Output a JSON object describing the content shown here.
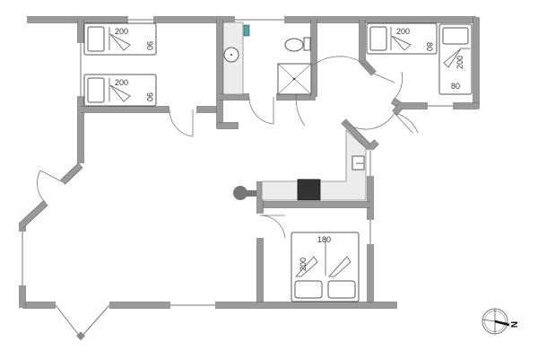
{
  "plan": {
    "type": "floor-plan",
    "wall_color": "#9a9a9a",
    "counter_color": "#ececec",
    "stove_color": "#333333"
  },
  "bedrooms": [
    {
      "name": "bedroom-1",
      "beds": [
        {
          "length": "200",
          "width": "90"
        },
        {
          "length": "200",
          "width": "90"
        }
      ]
    },
    {
      "name": "bedroom-2",
      "beds": [
        {
          "length": "200",
          "width": "80"
        },
        {
          "length": "200",
          "width": "80"
        }
      ]
    },
    {
      "name": "bedroom-3",
      "beds": [
        {
          "length": "200",
          "width": "180"
        }
      ]
    }
  ],
  "bathroom": {
    "fixtures": [
      "toilet",
      "sink",
      "shower",
      "water-heater"
    ]
  },
  "kitchen": {
    "fixtures": [
      "stove",
      "sink"
    ]
  },
  "fireplace": true,
  "compass": {
    "label": "N"
  }
}
